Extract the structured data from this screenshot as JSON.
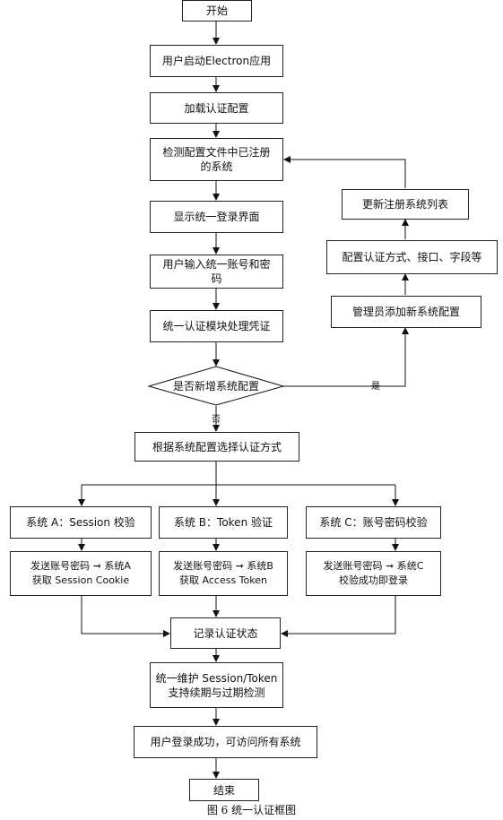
{
  "nodes": {
    "start": "开始",
    "launch_app": "用户启动Electron应用",
    "load_config": "加载认证配置",
    "detect_systems": "检测配置文件中已注册的系统",
    "show_login": "显示统一登录界面",
    "input_credentials": "用户输入统一账号和密码",
    "auth_module": "统一认证模块处理凭证",
    "decision_new_system": "是否新增系统配置",
    "admin_add_config": "管理员添加新系统配置",
    "config_auth_method": "配置认证方式、接口、字段等",
    "update_system_list": "更新注册系统列表",
    "select_auth_method": "根据系统配置选择认证方式",
    "system_a": "系统 A：Session 校验",
    "system_b": "系统 B：Token 验证",
    "system_c": "系统 C：账号密码校验",
    "send_a": "发送账号密码 ➞ 系统A\n获取 Session Cookie",
    "send_b": "发送账号密码 ➞ 系统B\n获取 Access Token",
    "send_c": "发送账号密码 ➞ 系统C\n校验成功即登录",
    "record_state": "记录认证状态",
    "maintain_session": "统一维护 Session/Token\n支持续期与过期检测",
    "login_success": "用户登录成功，可访问所有系统",
    "end": "结束"
  },
  "edge_labels": {
    "yes": "是",
    "no": "否"
  },
  "caption": "图 6 统一认证框图"
}
